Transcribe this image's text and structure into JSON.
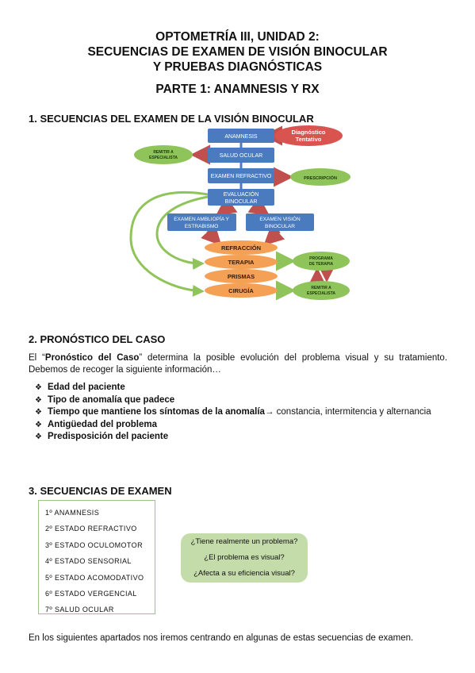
{
  "header": {
    "title_lines": [
      "OPTOMETRÍA III, UNIDAD 2:",
      "SECUENCIAS DE EXAMEN DE VISIÓN BINOCULAR",
      "Y PRUEBAS DIAGNÓSTICAS"
    ],
    "subtitle": "PARTE 1: ANAMNESIS Y RX"
  },
  "section1": {
    "heading": "1. SECUENCIAS DEL EXAMEN DE LA VISIÓN BINOCULAR",
    "diagram": {
      "colors": {
        "blue": "#4a7bbf",
        "red": "#d9534f",
        "green": "#8fc45a",
        "orange": "#f4a055",
        "arrow_red": "#c0504d"
      },
      "nodes": {
        "anamnesis": "ANAMNESIS",
        "diagnostico_1": "Diagnóstico",
        "diagnostico_2": "Tentativo",
        "salud_ocular": "SALUD OCULAR",
        "remitir1_1": "REMITIR A",
        "remitir1_2": "ESPECIALISTA",
        "examen_refractivo": "EXAMEN REFRACTIVO",
        "prescripcion": "PRESCRIPCIÓN",
        "evaluacion_1": "EVALUACIÓN",
        "evaluacion_2": "BINOCULAR",
        "ambliopia_1": "EXAMEN AMBLIOPÍA Y",
        "ambliopia_2": "ESTRABISMO",
        "vision_1": "EXAMEN VISIÓN",
        "vision_2": "BINOCULAR",
        "refraccion": "REFRACCIÓN",
        "terapia": "TERAPIA",
        "prismas": "PRISMAS",
        "cirugia": "CIRUGÍA",
        "programa_1": "PROGRAMA",
        "programa_2": "DE TERAPIA",
        "remitir2_1": "REMITIR A",
        "remitir2_2": "ESPECIALISTA"
      }
    }
  },
  "section2": {
    "heading": "2. PRONÓSTICO DEL CASO",
    "para_pre": "El “",
    "para_bold": "Pronóstico del Caso",
    "para_post": "” determina la posible evolución del problema visual y su tratamiento. Debemos de recoger la siguiente información…",
    "bullet_glyph": "❖",
    "bullets": [
      {
        "bold": "Edad del paciente",
        "rest": ""
      },
      {
        "bold": "Tipo de anomalía que padece",
        "rest": ""
      },
      {
        "bold": "Tiempo que mantiene los síntomas de la anomalía",
        "rest": " → constancia, intermitencia y alternancia"
      },
      {
        "bold": "Antigüedad del problema",
        "rest": ""
      },
      {
        "bold": "Predisposición del paciente",
        "rest": ""
      }
    ]
  },
  "section3": {
    "heading": "3. SECUENCIAS DE EXAMEN",
    "items": [
      "1º ANAMNESIS",
      "2º ESTADO REFRACTIVO",
      "3º ESTADO OCULOMOTOR",
      "4º ESTADO SENSORIAL",
      "5º ESTADO ACOMODATIVO",
      "6º ESTADO VERGENCIAL",
      "7º SALUD OCULAR"
    ],
    "questions": [
      "¿Tiene realmente un problema?",
      "¿El problema es visual?",
      "¿Afecta a su eficiencia visual?"
    ]
  },
  "footer": {
    "text": "En los siguientes apartados nos iremos centrando en algunas de estas secuencias de examen."
  }
}
